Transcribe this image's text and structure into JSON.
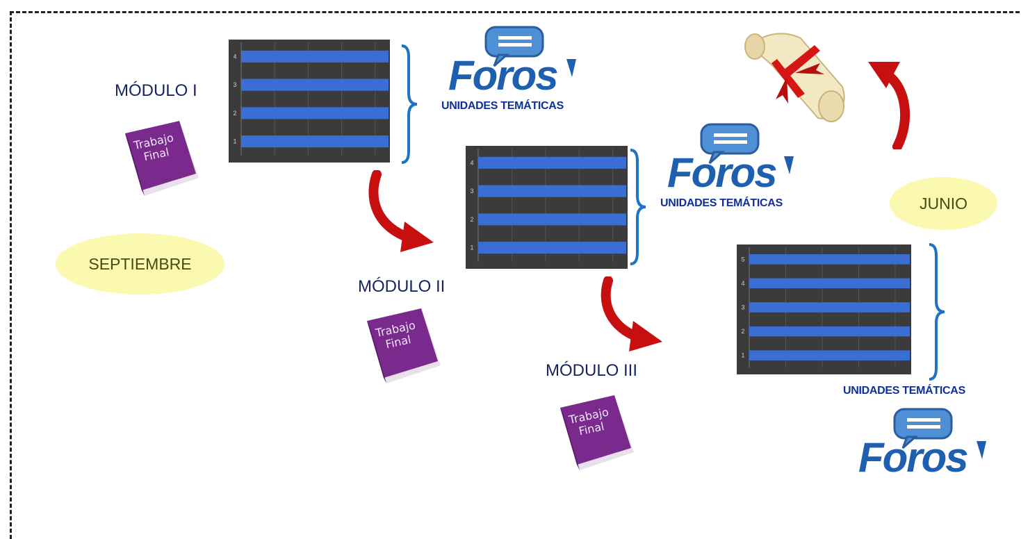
{
  "colors": {
    "title": "#14245e",
    "ellipse": "#fbf8b0",
    "bar": "#3a6ed3",
    "chart_bg": "#3b3b3b",
    "brace": "#1f72c4",
    "arrow": "#d01010",
    "book": "#7a2a8c",
    "foros_blue": "#1f5fb0"
  },
  "labels": {
    "start_month": "SEPTIEMBRE",
    "end_month": "JUNIO",
    "unidades": "UNIDADES TEMÁTICAS",
    "foros": "Foros",
    "book_line1": "Trabajo",
    "book_line2": "Final"
  },
  "modules": [
    {
      "title": "MÓDULO I"
    },
    {
      "title": "MÓDULO II"
    },
    {
      "title": "MÓDULO III"
    }
  ],
  "chart_data": [
    {
      "type": "bar",
      "orientation": "horizontal",
      "categories": [
        "1",
        "2",
        "3",
        "4"
      ],
      "values": [
        1,
        1,
        1,
        1
      ]
    },
    {
      "type": "bar",
      "orientation": "horizontal",
      "categories": [
        "1",
        "2",
        "3",
        "4"
      ],
      "values": [
        1,
        1,
        1,
        1
      ]
    },
    {
      "type": "bar",
      "orientation": "horizontal",
      "categories": [
        "1",
        "2",
        "3",
        "4",
        "5"
      ],
      "values": [
        1,
        1,
        1,
        1,
        1
      ]
    }
  ],
  "icons": [
    "book-icon",
    "foros-logo-icon",
    "speech-bubble-icon",
    "diploma-scroll-icon",
    "curved-arrow-icon",
    "curly-brace-icon"
  ]
}
